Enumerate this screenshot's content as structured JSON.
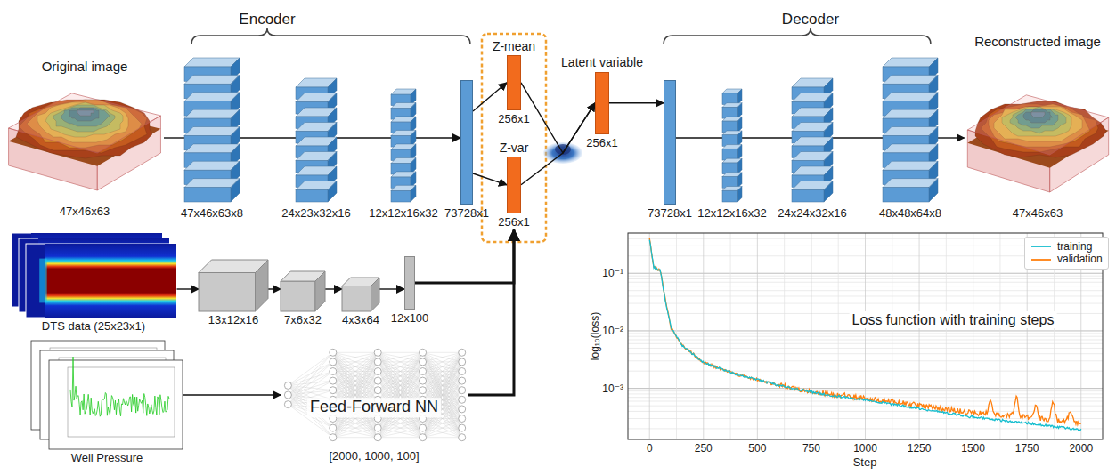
{
  "diagram": {
    "nodes": [
      {
        "text": [
          "Original image",
          "47x46x63"
        ]
      },
      {
        "text": [
          "47x46x63x8"
        ]
      },
      {
        "text": [
          "24x23x32x16"
        ]
      },
      {
        "text": [
          "12x12x16x32"
        ]
      },
      {
        "text": [
          "73728x1"
        ]
      },
      {
        "text": [
          "Z-mean",
          "256x1"
        ]
      },
      {
        "text": [
          "Z-var",
          "256x1"
        ]
      },
      {
        "text": [
          "Latent variable",
          "256x1"
        ]
      },
      {
        "text": [
          "73728x1"
        ]
      },
      {
        "text": [
          "12x12x16x32"
        ]
      },
      {
        "text": [
          "24x24x32x16"
        ]
      },
      {
        "text": [
          "48x48x64x8"
        ]
      },
      {
        "text": [
          "Reconstructed image",
          "47x46x63"
        ]
      },
      {
        "text": [
          "DTS data (25x23x1)"
        ]
      },
      {
        "text": [
          "13x12x16"
        ]
      },
      {
        "text": [
          "7x6x32"
        ]
      },
      {
        "text": [
          "4x3x64"
        ]
      },
      {
        "text": [
          "12x100"
        ]
      },
      {
        "text": [
          "Well Pressure"
        ]
      },
      {
        "text": [
          "Feed-Forward NN",
          "[2000, 1000, 100]"
        ]
      }
    ],
    "edges": [
      {
        "from": 0,
        "to": 1,
        "arrow": "none"
      },
      {
        "from": 1,
        "to": 2,
        "arrow": "none"
      },
      {
        "from": 2,
        "to": 3,
        "arrow": "none"
      },
      {
        "from": 3,
        "to": 4,
        "arrow": "to"
      },
      {
        "from": 4,
        "to": 5,
        "arrow": "to"
      },
      {
        "from": 4,
        "to": 6,
        "arrow": "to"
      },
      {
        "from": 5,
        "to": 7,
        "arrow": "to"
      },
      {
        "from": 6,
        "to": 7,
        "arrow": "to"
      },
      {
        "from": 7,
        "to": 8,
        "arrow": "to"
      },
      {
        "from": 8,
        "to": 9,
        "arrow": "none"
      },
      {
        "from": 9,
        "to": 10,
        "arrow": "none"
      },
      {
        "from": 10,
        "to": 11,
        "arrow": "none"
      },
      {
        "from": 11,
        "to": 12,
        "arrow": "to"
      },
      {
        "from": 13,
        "to": 14,
        "arrow": "to"
      },
      {
        "from": 14,
        "to": 15,
        "arrow": "to"
      },
      {
        "from": 15,
        "to": 16,
        "arrow": "to"
      },
      {
        "from": 16,
        "to": 17,
        "arrow": "to"
      },
      {
        "from": 17,
        "to": 6,
        "arrow": "to"
      },
      {
        "from": 18,
        "to": 19,
        "arrow": "to"
      },
      {
        "from": 19,
        "to": 6,
        "arrow": "to"
      }
    ],
    "labels": [
      "Encoder",
      "Decoder",
      "Loss function with training steps",
      "log₁₀(loss)",
      "10⁻¹",
      "10⁻²",
      "10⁻³",
      "0",
      "250",
      "500",
      "750",
      "1000",
      "1250",
      "1500",
      "1750",
      "2000",
      "Step"
    ],
    "legend": [
      {
        "text": "training"
      },
      {
        "text": "validation"
      }
    ]
  }
}
